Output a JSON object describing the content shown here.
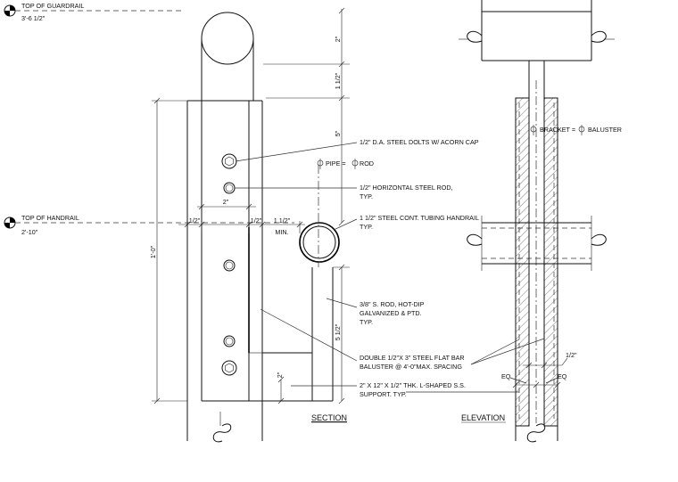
{
  "levels": {
    "guardrail": {
      "label": "TOP OF GUARDRAIL",
      "value": "3'-6 1/2\""
    },
    "handrail": {
      "label": "TOP OF HANDRAIL",
      "value": "2'-10\""
    }
  },
  "dimensions": {
    "d_2in": "2\"",
    "d_1half": "1 1/2\"",
    "d_5in": "5\"",
    "d_1ft": "1'-0\"",
    "d_half_left": "1/2\"",
    "d_half_right": "1/2\"",
    "d_2in_width": "2\"",
    "d_min_1half": "1 1/2\"",
    "d_min": "MIN.",
    "d_5half": "5 1/2\"",
    "d_2in_low": "2\"",
    "d_half_elev": "1/2\"",
    "eq_left": "EQ",
    "eq_right": "EQ"
  },
  "notes": {
    "bolts": "1/2\" D.A. STEEL DOLTS W/ ACORN CAP",
    "pipe_rod_a": "PIPE =",
    "pipe_rod_b": "ROD",
    "rod_1": "1/2\" HORIZONTAL STEEL ROD,",
    "rod_2": "TYP.",
    "tube_1": "1 1/2\" STEEL CONT. TUBING HANDRAIL",
    "tube_2": "TYP.",
    "srod_1": "3/8\" S. ROD, HOT-DIP",
    "srod_2": "GALVANIZED & PTD.",
    "srod_3": "TYP.",
    "flat_1": "DOUBLE 1/2\"X 3\" STEEL FLAT BAR",
    "flat_2": "BALUSTER @ 4'-0\"MAX. SPACING",
    "support_1": "2\" X 12\" X 1/2\" THK. L-SHAPED S.S.",
    "support_2": "SUPPORT. TYP.",
    "bracket_a": "BRACKET =",
    "bracket_b": "BALUSTER"
  },
  "titles": {
    "section": "SECTION",
    "elevation": "ELEVATION"
  }
}
